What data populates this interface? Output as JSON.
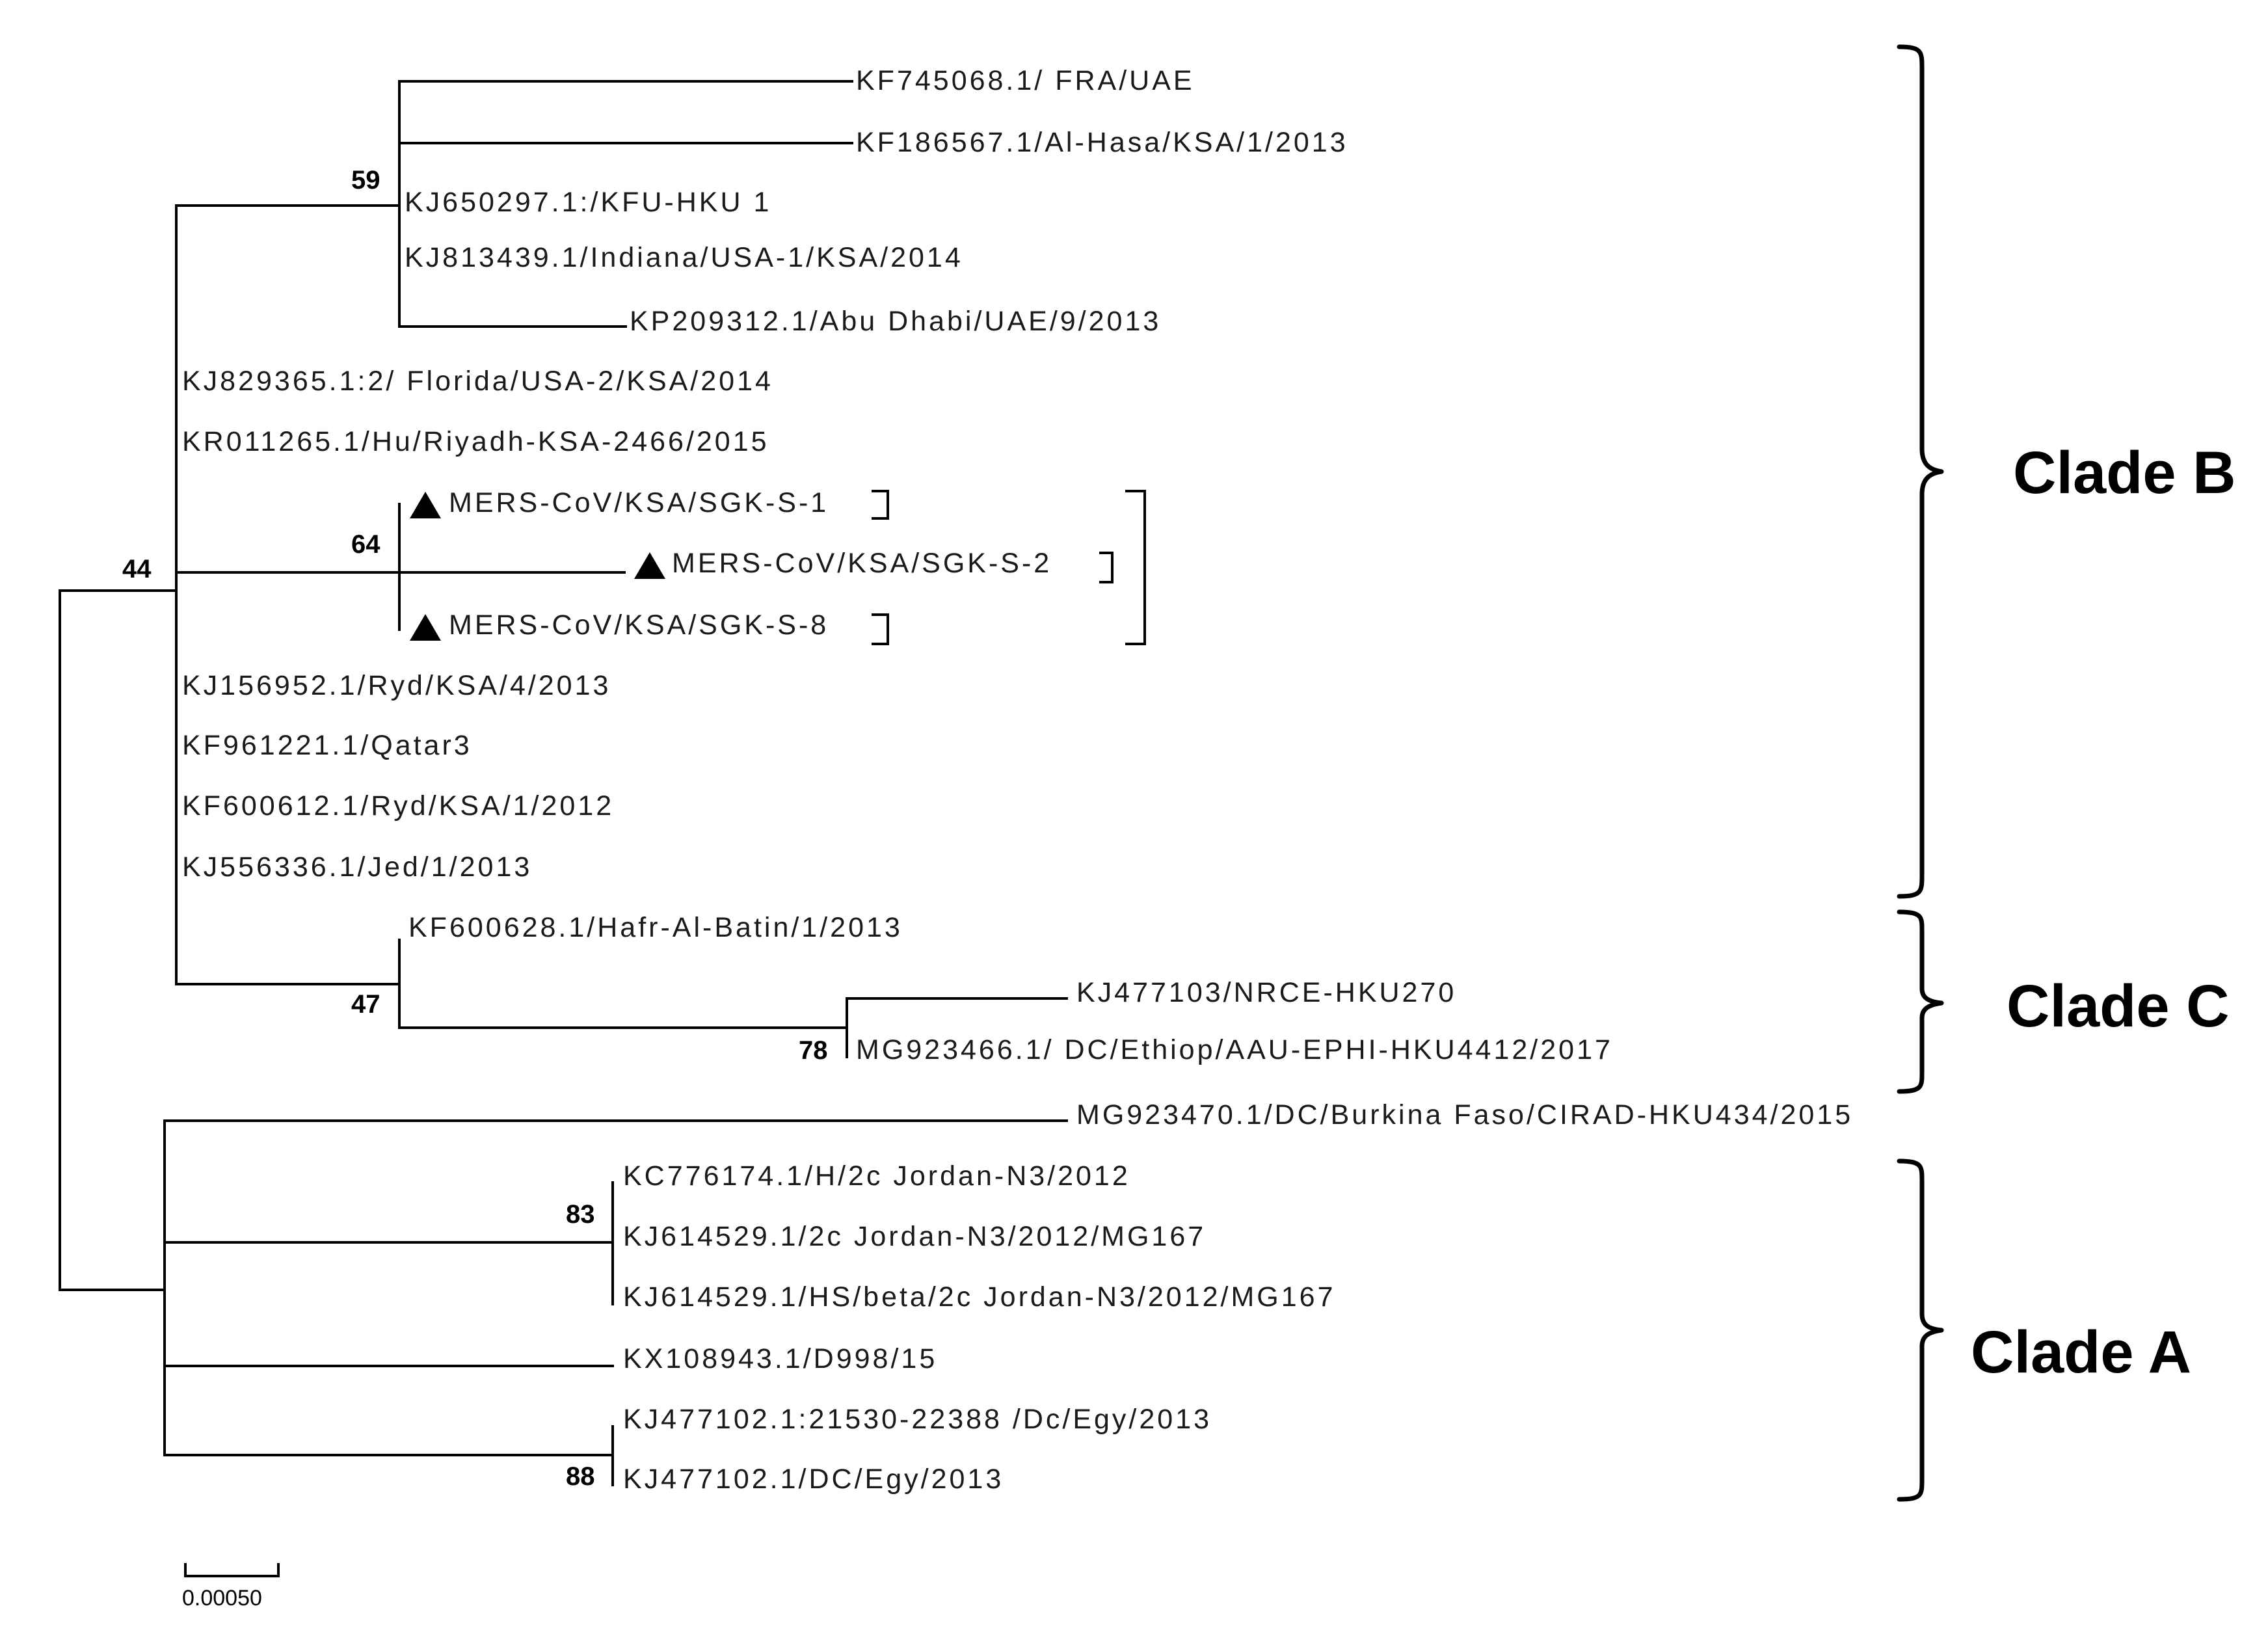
{
  "taxa": {
    "t01": "KF745068.1/ FRA/UAE",
    "t02": "KF186567.1/Al-Hasa/KSA/1/2013",
    "t03": "KJ650297.1:/KFU-HKU 1",
    "t04": "KJ813439.1/Indiana/USA-1/KSA/2014",
    "t05": "KP209312.1/Abu Dhabi/UAE/9/2013",
    "t06": "KJ829365.1:2/ Florida/USA-2/KSA/2014",
    "t07": "KR011265.1/Hu/Riyadh-KSA-2466/2015",
    "t08": "MERS-CoV/KSA/SGK-S-1",
    "t09": "MERS-CoV/KSA/SGK-S-2",
    "t10": "MERS-CoV/KSA/SGK-S-8",
    "t11": "KJ156952.1/Ryd/KSA/4/2013",
    "t12": "KF961221.1/Qatar3",
    "t13": "KF600612.1/Ryd/KSA/1/2012",
    "t14": "KJ556336.1/Jed/1/2013",
    "t15": "KF600628.1/Hafr-Al-Batin/1/2013",
    "t16": "KJ477103/NRCE-HKU270",
    "t17": "MG923466.1/ DC/Ethiop/AAU-EPHI-HKU4412/2017",
    "t18": "MG923470.1/DC/Burkina Faso/CIRAD-HKU434/2015",
    "t19": "KC776174.1/H/2c Jordan-N3/2012",
    "t20": "KJ614529.1/2c Jordan-N3/2012/MG167",
    "t21": "KJ614529.1/HS/beta/2c Jordan-N3/2012/MG167",
    "t22": "KX108943.1/D998/15",
    "t23": "KJ477102.1:21530-22388 /Dc/Egy/2013",
    "t24": "KJ477102.1/DC/Egy/2013"
  },
  "bootstrap": {
    "b59": "59",
    "b44": "44",
    "b64": "64",
    "b47": "47",
    "b78": "78",
    "b83": "83",
    "b88": "88"
  },
  "clades": {
    "b": "Clade B",
    "c": "Clade C",
    "a": "Clade A"
  },
  "scale_bar": {
    "label": "0.00050"
  },
  "marker_icon": "triangle-icon"
}
